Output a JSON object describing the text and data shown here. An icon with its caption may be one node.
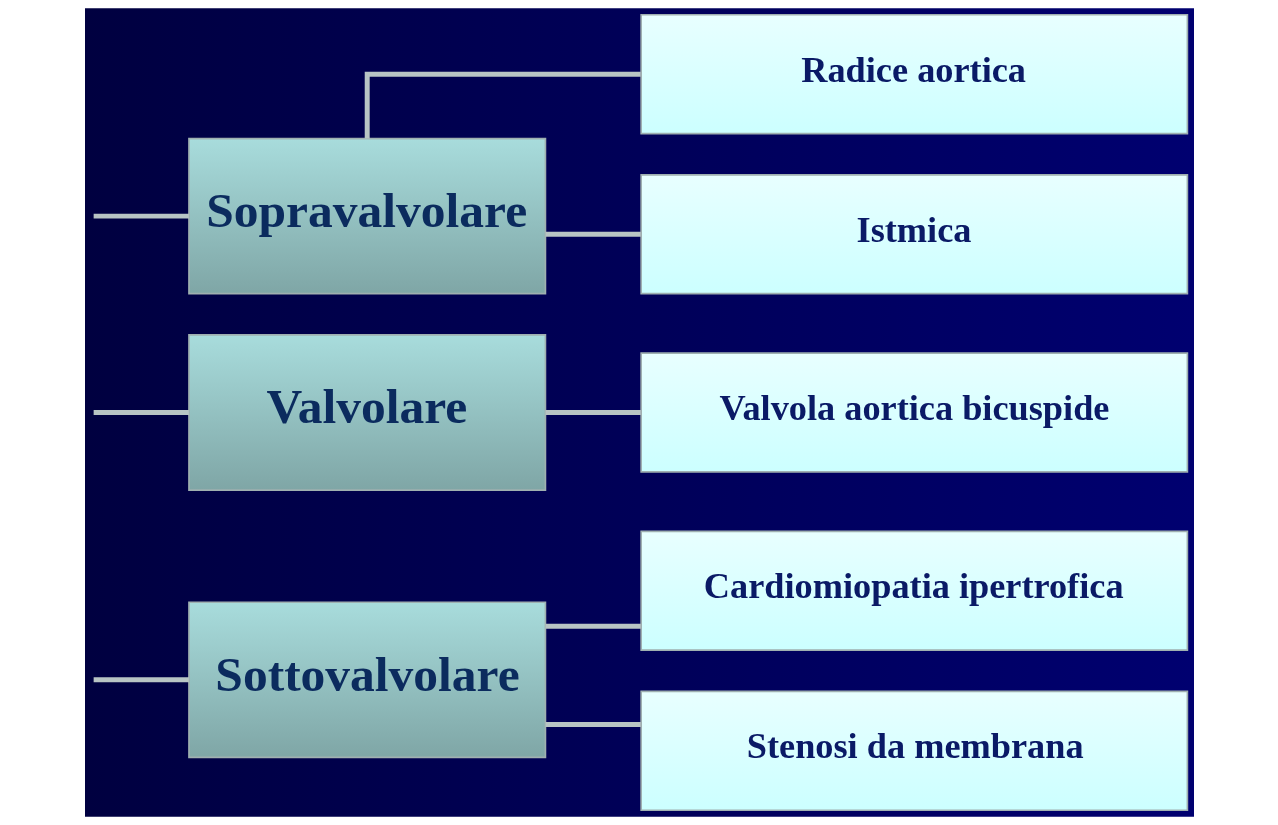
{
  "diagram": {
    "nodes": [
      {
        "text": [
          "Sottovalvolare"
        ]
      },
      {
        "text": [
          "Cardiomiopatia ipertrofica"
        ]
      },
      {
        "text": [
          "Stenosi da membrana"
        ]
      },
      {
        "text": [
          "Valvolare"
        ]
      },
      {
        "text": [
          "Valvola aortica bicuspide"
        ]
      },
      {
        "text": [
          "Sopravalvolare"
        ]
      },
      {
        "text": [
          "Radice aortica"
        ]
      },
      {
        "text": [
          "Istmica"
        ]
      }
    ],
    "edges": [
      {
        "from": null,
        "to": 0,
        "arrow": "none"
      },
      {
        "from": null,
        "to": 3,
        "arrow": "none"
      },
      {
        "from": null,
        "to": 5,
        "arrow": "none"
      },
      {
        "from": 0,
        "to": 1,
        "arrow": "none"
      },
      {
        "from": 0,
        "to": 2,
        "arrow": "none"
      },
      {
        "from": 3,
        "to": 4,
        "arrow": "none"
      },
      {
        "from": 5,
        "to": 6,
        "arrow": "none"
      },
      {
        "from": 5,
        "to": 7,
        "arrow": "none"
      }
    ]
  }
}
